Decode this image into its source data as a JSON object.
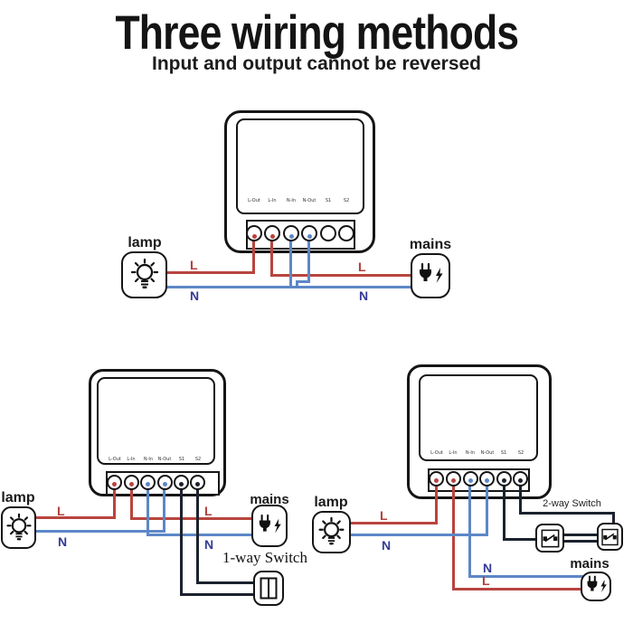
{
  "header": {
    "title": "Three wiring methods",
    "subtitle": "Input and output cannot be reversed"
  },
  "labels": {
    "lamp": "lamp",
    "mains": "mains",
    "live": "L",
    "neutral": "N",
    "one_way_switch": "1-way Switch",
    "two_way_switch": "2-way Switch"
  },
  "module": {
    "terminals": [
      "L-Out",
      "L-In",
      "N-In",
      "N-Out",
      "S1",
      "S2"
    ]
  },
  "colors": {
    "live_wire": "#b8453e",
    "neutral_wire": "#5d87c7",
    "live_label": "#b0413c",
    "neutral_label": "#343a96",
    "switch_wire": "#1c222e",
    "outline": "#151515"
  }
}
